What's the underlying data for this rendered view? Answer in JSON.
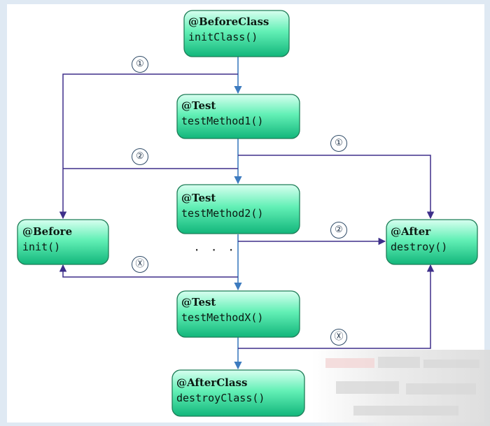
{
  "colors": {
    "background": "#dfe9f3",
    "panel": "#ffffff",
    "node_top": "#d8fff0",
    "node_mid": "#63f0b6",
    "node_bottom": "#12b67b",
    "node_border": "#1f7e58",
    "arrow": "#3d7bbf",
    "loop_line": "#3e2f8a"
  },
  "nodes": {
    "before_class": {
      "annotation": "@BeforeClass",
      "method": "initClass()"
    },
    "test1": {
      "annotation": "@Test",
      "method": "testMethod1()"
    },
    "test2": {
      "annotation": "@Test",
      "method": "testMethod2()"
    },
    "testx": {
      "annotation": "@Test",
      "method": "testMethodX()"
    },
    "after_class": {
      "annotation": "@AfterClass",
      "method": "destroyClass()"
    },
    "before": {
      "annotation": "@Before",
      "method": "init()"
    },
    "after": {
      "annotation": "@After",
      "method": "destroy()"
    }
  },
  "badges": {
    "before_1": "①",
    "before_2": "②",
    "before_x": "Ⓧ",
    "after_1": "①",
    "after_2": "②",
    "after_x": "Ⓧ"
  },
  "ellipsis": "· · ·"
}
